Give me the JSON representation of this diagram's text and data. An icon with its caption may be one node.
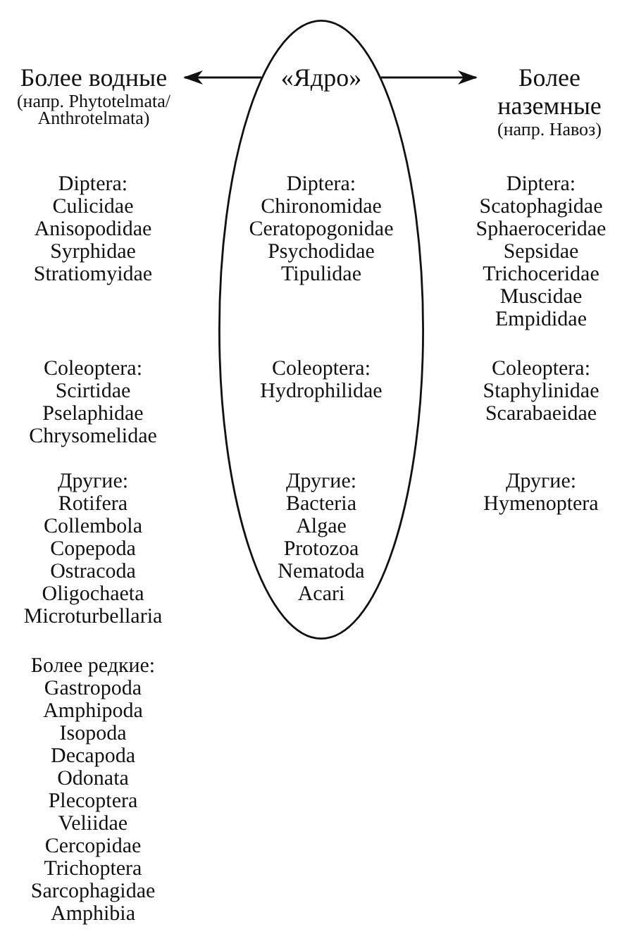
{
  "diagram": {
    "nodes": [
      {
        "text": [
          "Более водные",
          "(напр. Phytotelmata/ Anthrotelmata)"
        ],
        "beside": [
          "Diptera:",
          "Culicidae",
          "Anisopodidae",
          "Syrphidae",
          "Stratiomyidae",
          "Coleoptera:",
          "Scirtidae",
          "Pselaphidae",
          "Chrysomelidae",
          "Другие:",
          "Rotifera",
          "Collembola",
          "Copepoda",
          "Ostracoda",
          "Oligochaeta",
          "Microturbellaria",
          "Более редкие:",
          "Gastropoda",
          "Amphipoda",
          "Isopoda",
          "Decapoda",
          "Odonata",
          "Plecoptera",
          "Veliidae",
          "Cercopidae",
          "Trichoptera",
          "Sarcophagidae",
          "Amphibia"
        ]
      },
      {
        "text": [
          "«Ядро»",
          "Diptera:",
          "Chironomidae",
          "Ceratopogonidae",
          "Psychodidae",
          "Tipulidae",
          "Coleoptera:",
          "Hydrophilidae",
          "Другие:",
          "Bacteria",
          "Algae",
          "Protozoa",
          "Nematoda",
          "Acari"
        ]
      },
      {
        "text": [
          "Более наземные",
          "(напр. Навоз)"
        ],
        "beside": [
          "Diptera:",
          "Scatophagidae",
          "Sphaeroceridae",
          "Sepsidae",
          "Trichoceridae",
          "Muscidae",
          "Empididae",
          "Coleoptera:",
          "Staphylinidae",
          "Scarabaeidae",
          "Другие:",
          "Hymenoptera"
        ]
      }
    ],
    "edges": [
      {
        "from": 1,
        "to": 0,
        "arrow": "to"
      },
      {
        "from": 1,
        "to": 2,
        "arrow": "to"
      }
    ]
  }
}
